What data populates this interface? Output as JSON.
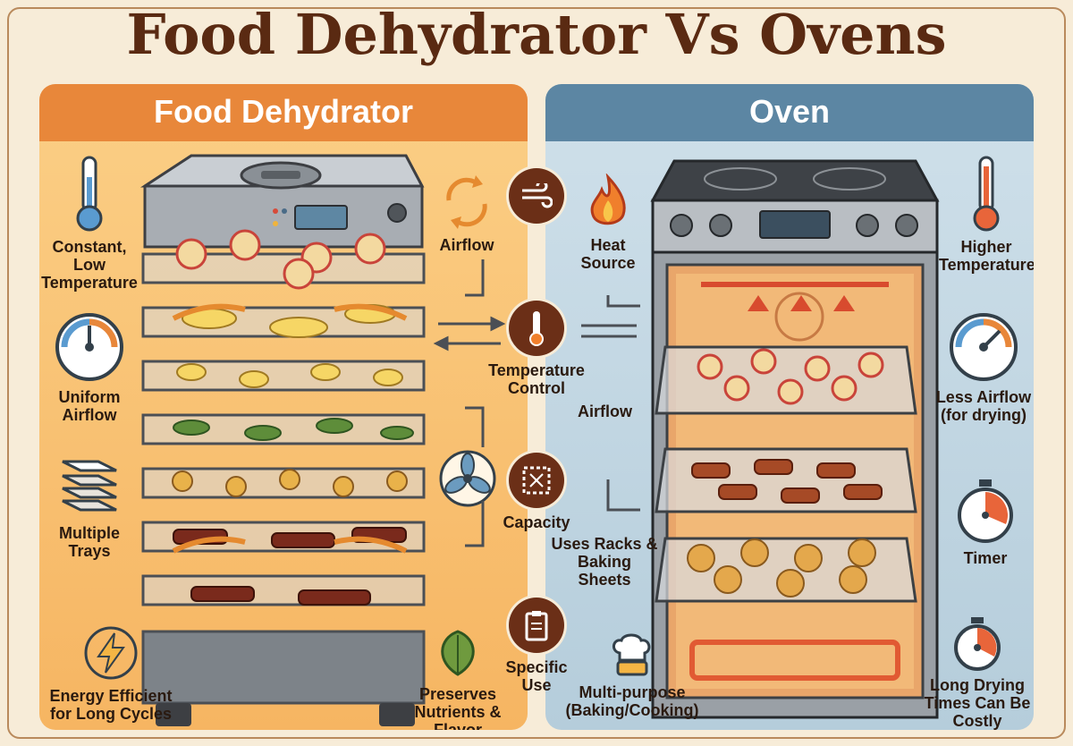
{
  "title": "Food Dehydrator Vs Ovens",
  "dehydrator": {
    "header": "Food Dehydrator",
    "features": {
      "temp": "Constant, Low\nTemperature",
      "airflow": "Uniform\nAirflow",
      "trays": "Multiple\nTrays",
      "energy": "Energy Efficient\nfor Long Cycles",
      "nutrients": "Preserves\nNutrients & Flavor",
      "airflow_arrows": "Airflow"
    }
  },
  "oven": {
    "header": "Oven",
    "features": {
      "heat": "Heat\nSource",
      "temp": "Higher\nTemperatures",
      "airflow_label": "Airflow",
      "less_airflow": "Less Airflow\n(for drying)",
      "racks": "Uses Racks &\nBaking Sheets",
      "timer": "Timer",
      "multipurpose": "Multi-purpose\n(Baking/Cooking)",
      "long_drying": "Long Drying\nTimes Can Be\nCostly"
    }
  },
  "center": {
    "temperature_control": "Temperature\nControl",
    "capacity": "Capacity",
    "specific_use": "Specific\nUse"
  },
  "colors": {
    "title": "#5a2a12",
    "dehydrator_header": "#e8873a",
    "oven_header": "#5c86a3",
    "center_icon": "#6b2f17"
  }
}
